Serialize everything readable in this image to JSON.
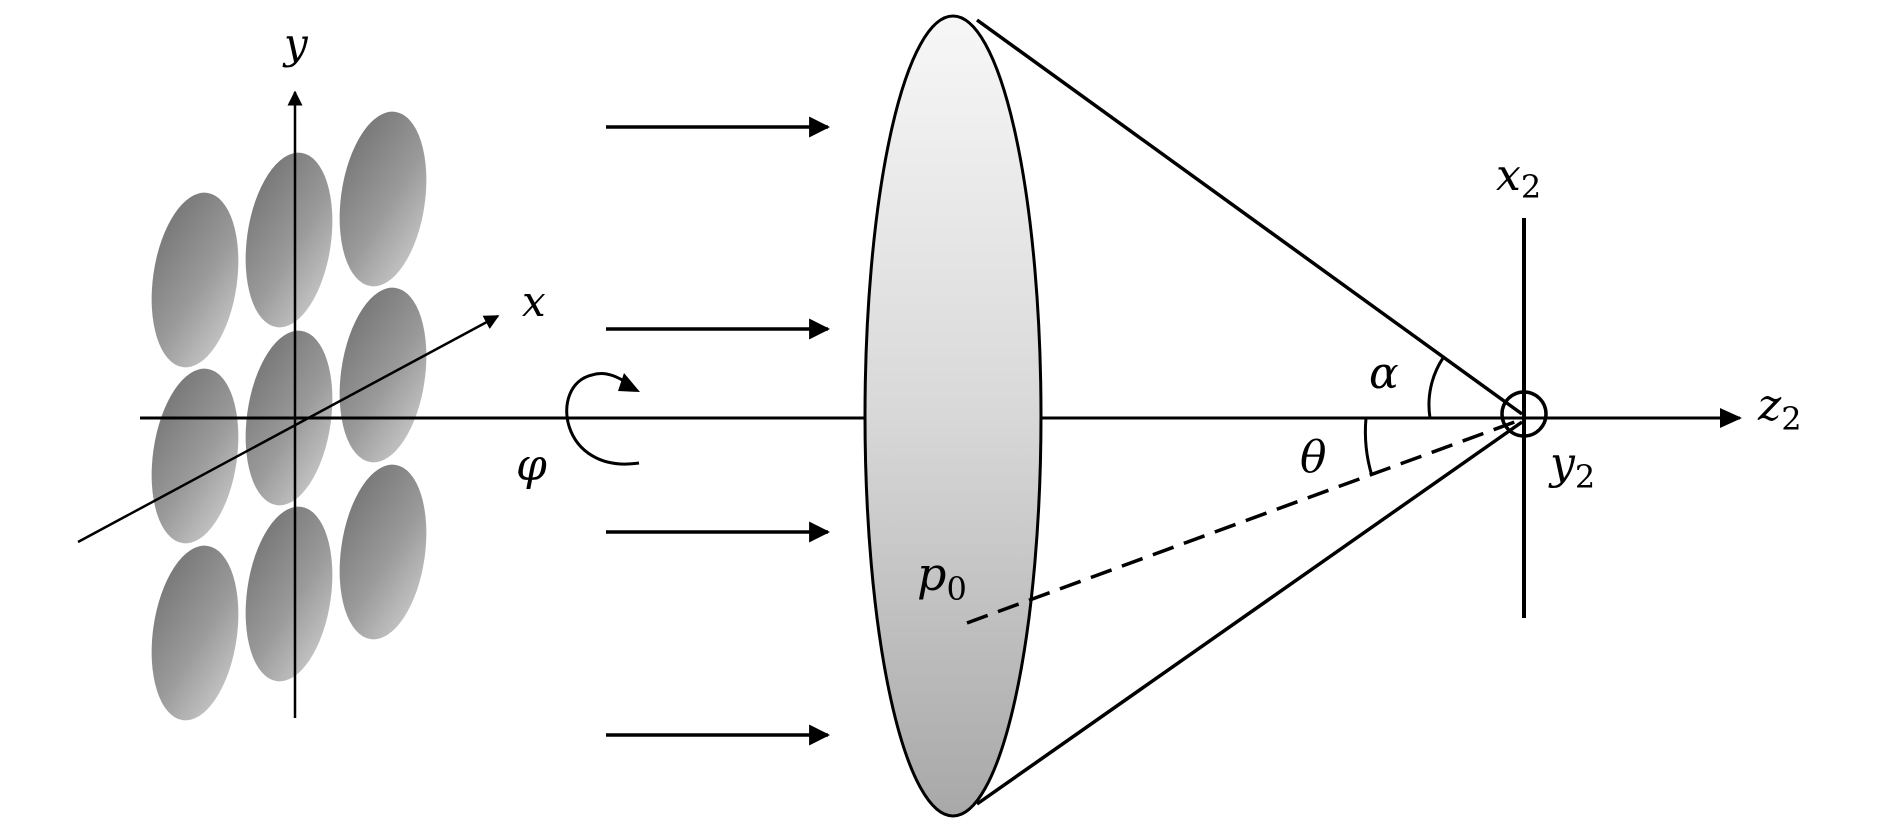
{
  "labels": {
    "y": "y",
    "x": "x",
    "phi": "φ",
    "p0_base": "p",
    "p0_sub": "0",
    "alpha": "α",
    "theta": "θ",
    "x2_base": "x",
    "x2_sub": "2",
    "y2_base": "y",
    "y2_sub": "2",
    "z2_base": "z",
    "z2_sub": "2"
  },
  "object_grid": {
    "rows": 3,
    "cols": 3
  },
  "incoming_beams": {
    "count": 4
  }
}
